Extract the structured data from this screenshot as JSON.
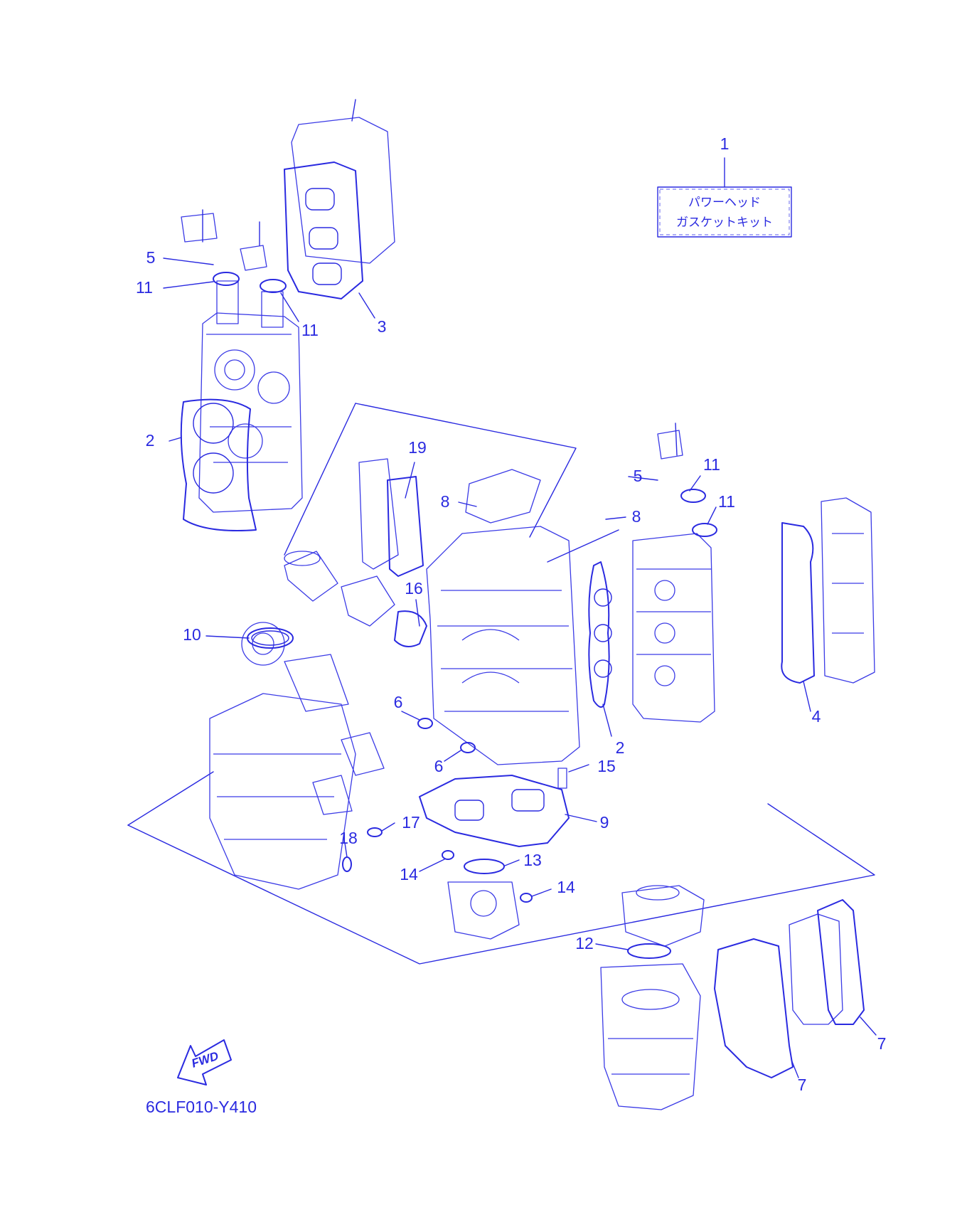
{
  "diagram": {
    "code": "6CLF010-Y410",
    "kit_label_line1": "パワーヘッド",
    "kit_label_line2": "ガスケットキット",
    "fwd_label": "FWD",
    "colors": {
      "line": "#2a2ae0",
      "background": "#ffffff"
    },
    "callouts": [
      {
        "id": "c1",
        "text": "1"
      },
      {
        "id": "c3",
        "text": "3"
      },
      {
        "id": "c5a",
        "text": "5"
      },
      {
        "id": "c11a",
        "text": "11"
      },
      {
        "id": "c11b",
        "text": "11"
      },
      {
        "id": "c2a",
        "text": "2"
      },
      {
        "id": "c19",
        "text": "19"
      },
      {
        "id": "c8a",
        "text": "8"
      },
      {
        "id": "c8b",
        "text": "8"
      },
      {
        "id": "c5b",
        "text": "5"
      },
      {
        "id": "c11c",
        "text": "11"
      },
      {
        "id": "c11d",
        "text": "11"
      },
      {
        "id": "c16",
        "text": "16"
      },
      {
        "id": "c10",
        "text": "10"
      },
      {
        "id": "c6a",
        "text": "6"
      },
      {
        "id": "c6b",
        "text": "6"
      },
      {
        "id": "c2b",
        "text": "2"
      },
      {
        "id": "c4",
        "text": "4"
      },
      {
        "id": "c15",
        "text": "15"
      },
      {
        "id": "c9",
        "text": "9"
      },
      {
        "id": "c17",
        "text": "17"
      },
      {
        "id": "c18",
        "text": "18"
      },
      {
        "id": "c13",
        "text": "13"
      },
      {
        "id": "c14a",
        "text": "14"
      },
      {
        "id": "c14b",
        "text": "14"
      },
      {
        "id": "c12",
        "text": "12"
      },
      {
        "id": "c7a",
        "text": "7"
      },
      {
        "id": "c7b",
        "text": "7"
      }
    ]
  }
}
